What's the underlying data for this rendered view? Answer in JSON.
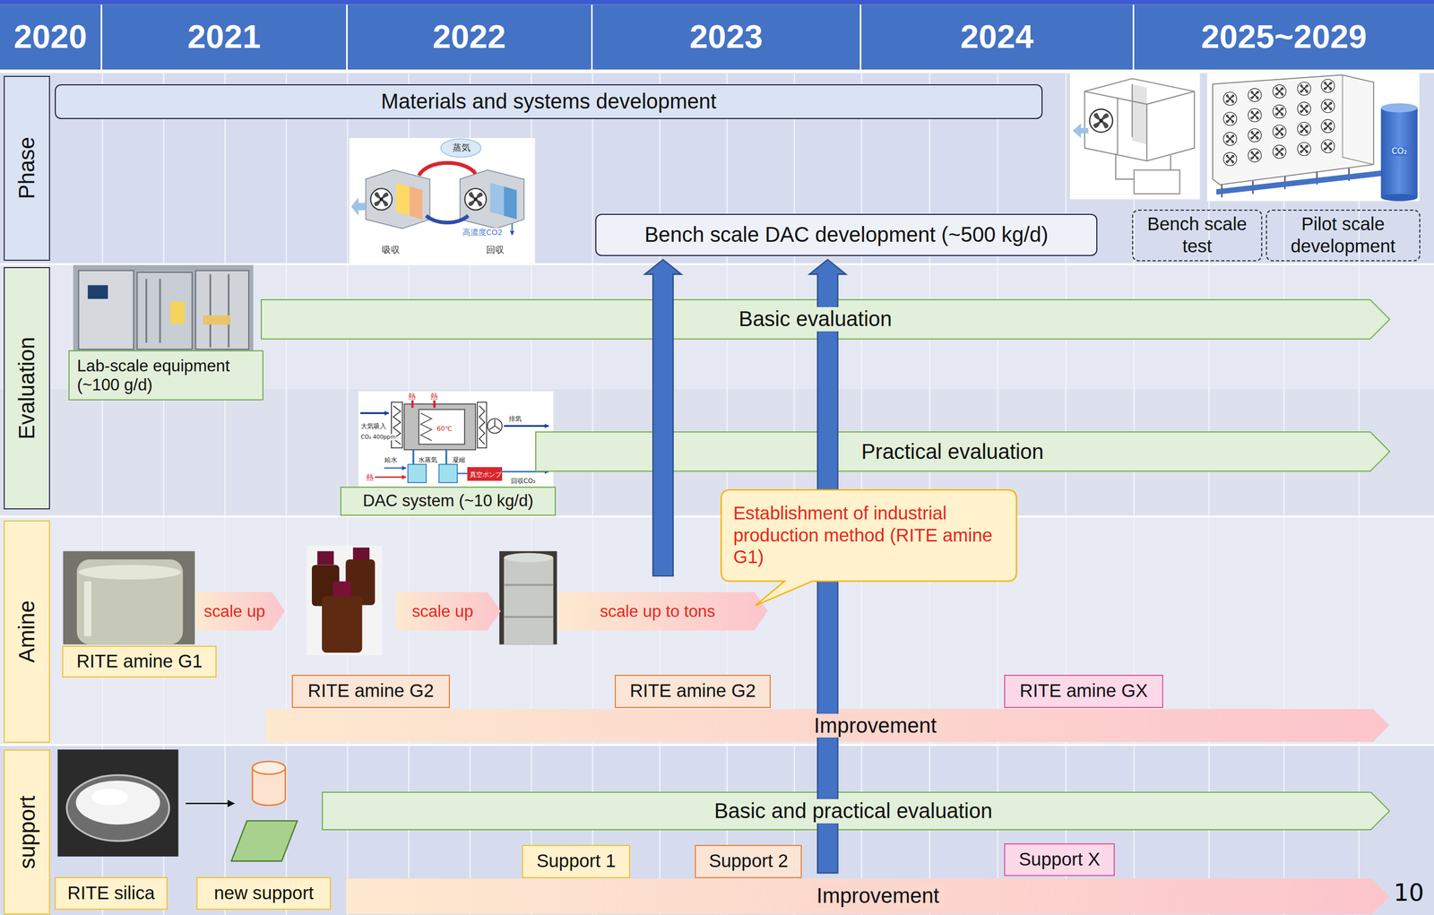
{
  "diagram": {
    "nodes": [
      {
        "text": [
          "2020"
        ]
      },
      {
        "text": [
          "2021"
        ]
      },
      {
        "text": [
          "2022"
        ]
      },
      {
        "text": [
          "2023"
        ]
      },
      {
        "text": [
          "2024"
        ]
      },
      {
        "text": [
          "2025~2029"
        ]
      },
      {
        "text": [
          "Phase"
        ]
      },
      {
        "text": [
          "Materials and systems development"
        ]
      },
      {
        "text": [
          "Bench scale DAC development (~500 kg/d)"
        ]
      },
      {
        "text": [
          "Bench scale test"
        ]
      },
      {
        "text": [
          "Pilot scale development"
        ]
      },
      {
        "text": [
          "Evaluation"
        ]
      },
      {
        "text": [
          "Lab-scale equipment (~100 g/d)"
        ]
      },
      {
        "text": [
          "Basic evaluation"
        ]
      },
      {
        "text": [
          "DAC system (~10 kg/d)"
        ]
      },
      {
        "text": [
          "Practical evaluation"
        ]
      },
      {
        "text": [
          "Amine"
        ]
      },
      {
        "text": [
          "RITE amine G1"
        ]
      },
      {
        "text": [
          "scale up"
        ]
      },
      {
        "text": [
          "scale up"
        ]
      },
      {
        "text": [
          "scale up to tons"
        ]
      },
      {
        "text": [
          "Establishment of industrial production method (RITE amine G1)"
        ]
      },
      {
        "text": [
          "RITE amine G2"
        ]
      },
      {
        "text": [
          "RITE amine G2"
        ]
      },
      {
        "text": [
          "RITE amine GX"
        ]
      },
      {
        "text": [
          "Improvement"
        ]
      },
      {
        "text": [
          "support"
        ]
      },
      {
        "text": [
          "RITE silica"
        ]
      },
      {
        "text": [
          "new support"
        ]
      },
      {
        "text": [
          "Basic and practical evaluation"
        ]
      },
      {
        "text": [
          "Support 1"
        ]
      },
      {
        "text": [
          "Support 2"
        ]
      },
      {
        "text": [
          "Support X"
        ]
      },
      {
        "text": [
          "Improvement"
        ]
      }
    ],
    "labels": [
      "蒸気",
      "高濃度CO2",
      "吸収",
      "回収",
      "CO₂",
      "大気吸入",
      "CO₂ 400ppm",
      "熱",
      "熱",
      "60℃",
      "排気",
      "給水",
      "水蒸気",
      "凝縮",
      "真空ポンプ",
      "熱",
      "回収CO₂",
      "10"
    ]
  }
}
